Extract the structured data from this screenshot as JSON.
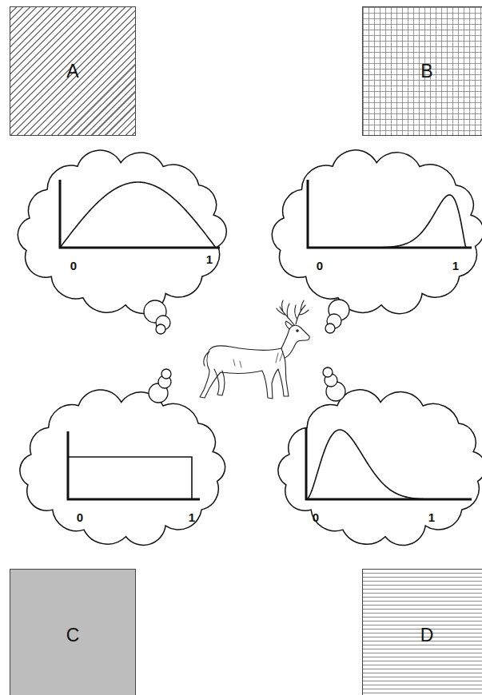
{
  "diagram": {
    "nodes": [
      {
        "text": [
          "A"
        ]
      },
      {
        "text": [
          "B"
        ]
      },
      {
        "text": [
          "0",
          "1"
        ]
      },
      {
        "text": [
          "0",
          "1"
        ]
      },
      {
        "text": [
          "0",
          "1"
        ]
      },
      {
        "text": [
          "0",
          "1"
        ]
      },
      {
        "text": [
          "C"
        ]
      },
      {
        "text": [
          "D"
        ]
      }
    ]
  }
}
